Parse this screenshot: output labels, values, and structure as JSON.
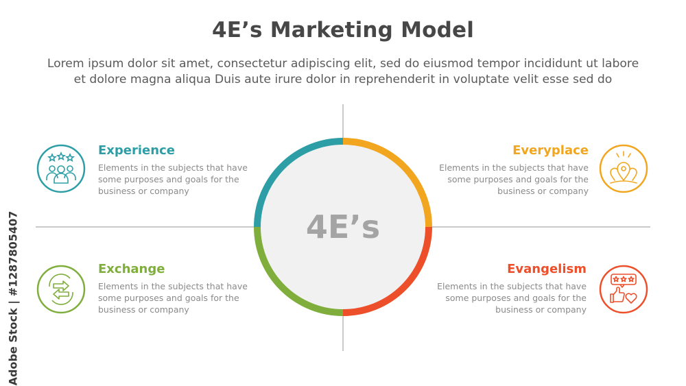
{
  "title": "4E’s Marketing Model",
  "subtitle_line1": "Lorem ipsum dolor sit amet, consectetur adipiscing elit, sed do eiusmod tempor incididunt ut labore",
  "subtitle_line2": "et dolore magna aliqua Duis aute irure dolor in reprehenderit in voluptate velit esse sed do",
  "center_label": "4E’s",
  "items": [
    {
      "label": "Experience",
      "desc1": "Elements in the subjects that have",
      "desc2": "some purposes and goals for the",
      "desc3": "business or company",
      "color": "#2e9ea6",
      "icon": "people-rating-icon"
    },
    {
      "label": "Everyplace",
      "desc1": "Elements in the subjects that have",
      "desc2": "some purposes and goals for the",
      "desc3": "business or company",
      "color": "#f2a51e",
      "icon": "location-pins-icon"
    },
    {
      "label": "Exchange",
      "desc1": "Elements in the subjects that have",
      "desc2": "some purposes and goals for the",
      "desc3": "business or company",
      "color": "#7fae3c",
      "icon": "exchange-arrows-icon"
    },
    {
      "label": "Evangelism",
      "desc1": "Elements in the subjects that have",
      "desc2": "some purposes and goals for the",
      "desc3": "business or company",
      "color": "#ec4f2a",
      "icon": "review-like-heart-icon"
    }
  ],
  "watermark": "Adobe Stock | #1287805407"
}
